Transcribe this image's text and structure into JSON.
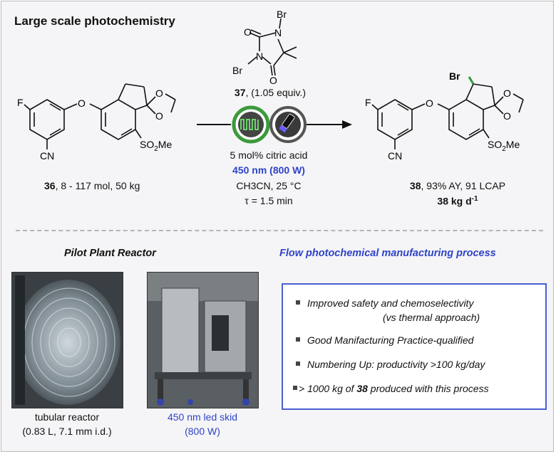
{
  "title": "Large scale photochemistry",
  "reagent": {
    "label_num": "37",
    "label_rest": ", (1.05 equiv.)"
  },
  "conditions": {
    "line1": "5 mol% citric acid",
    "line2": "450 nm (800 W)",
    "line3": "CH3CN, 25 °C",
    "line4": "τ = 1.5 min"
  },
  "starting_material": {
    "num": "36",
    "rest": ", 8 - 117 mol, 50 kg"
  },
  "product": {
    "num": "38",
    "rest": ", 93% AY,  91 LCAP",
    "throughput": "38 kg d",
    "throughput_sup": "-1"
  },
  "atoms": {
    "F": "F",
    "O": "O",
    "CN": "CN",
    "SO2Me_a": "SO",
    "SO2Me_sub": "2",
    "SO2Me_b": "Me",
    "Br": "Br",
    "N": "N"
  },
  "pilot": {
    "heading": "Pilot Plant Reactor",
    "photo1_caption_line1": "tubular reactor",
    "photo1_caption_line2": "(0.83 L, 7.1 mm i.d.)",
    "photo2_caption_line1": "450 nm led skid",
    "photo2_caption_line2": "(800 W)"
  },
  "flow": {
    "heading": "Flow photochemical manufacturing process",
    "bullets": [
      "Improved safety and chemoselectivity",
      "(vs thermal approach)",
      "Good Manifacturing Practice-qualified",
      "Numbering Up: productivity >100 kg/day"
    ],
    "last_bullet_a": "> 1000 kg of ",
    "last_bullet_num": "38",
    "last_bullet_b": " produced with this process"
  },
  "colors": {
    "accent_blue": "#2f43c8",
    "reactor_green": "#3c9a3c",
    "bromine_bond_green": "#2e9a3a",
    "box_border": "#4a5fd0"
  }
}
